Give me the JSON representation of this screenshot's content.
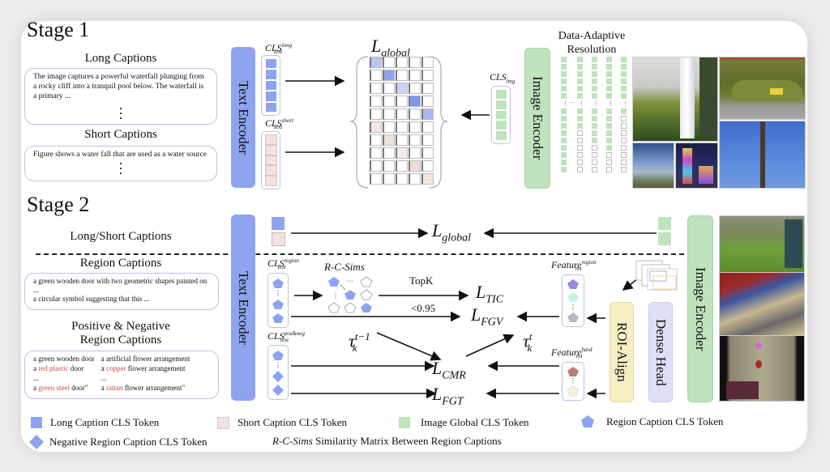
{
  "stage1": {
    "label": "Stage 1",
    "long_captions": {
      "title": "Long Captions",
      "text": "The image captures a powerful waterfall plunging from a rocky cliff into a tranquil pool below. The waterfall is a primary ..."
    },
    "short_captions": {
      "title": "Short Captions",
      "text": "Figure shows a water fall that are used as a water source"
    },
    "text_encoder": "Text Encoder",
    "image_encoder": "Image Encoder",
    "cls_long": {
      "base": "CLS",
      "sup": "long",
      "sub": "text"
    },
    "cls_short": {
      "base": "CLS",
      "sup": "short",
      "sub": "text"
    },
    "cls_img": {
      "base": "CLS",
      "sub": "img"
    },
    "loss_global": {
      "base": "L",
      "sub": "global"
    },
    "data_adaptive": "Data-Adaptive Resolution",
    "photos": [
      "waterfall",
      "green sports car",
      "column monument against blue sky",
      "cloudy lake landscape",
      "illuminated tower at night"
    ]
  },
  "stage2": {
    "label": "Stage 2",
    "long_short_captions": "Long/Short Captions",
    "region_captions": {
      "title": "Region Captions",
      "line1": "a green wooden door with two geometric shapes painted on ...",
      "line2": "a circular symbol suggesting that this ..."
    },
    "posneg": {
      "title_line1": "Positive & Negative",
      "title_line2": "Region Captions",
      "left": [
        {
          "pre": "a green wooden door",
          "hl": "",
          "post": ""
        },
        {
          "pre": "a ",
          "hl": "red plastic",
          "post": " door"
        },
        {
          "pre": "...",
          "hl": "",
          "post": ""
        },
        {
          "pre": "a ",
          "hl": "green steel",
          "post": " door\""
        }
      ],
      "right": [
        {
          "pre": "a artificial flower arrangement",
          "hl": "",
          "post": ""
        },
        {
          "pre": "a ",
          "hl": "copper",
          "post": " flower arrangement"
        },
        {
          "pre": "...",
          "hl": "",
          "post": ""
        },
        {
          "pre": "a ",
          "hl": "rattan",
          "post": " flower arrangement\""
        }
      ]
    },
    "text_encoder": "Text Encoder",
    "image_encoder": "Image Encoder",
    "roi_align": "ROI-Align",
    "dense_head": "Dense Head",
    "cls_region": {
      "base": "CLS",
      "sup": "region",
      "sub": "text"
    },
    "cls_posneg": {
      "base": "CLS",
      "sup": "pos&neg",
      "sub": "text"
    },
    "rcsims": "R-C-Sims",
    "topk": "TopK",
    "threshold": "<0.95",
    "feature_region": {
      "base": "Feature",
      "sup": "region",
      "sub": "roi"
    },
    "feature_hard": {
      "base": "Feature",
      "sup": "hard",
      "sub": "roi"
    },
    "tau_prev": {
      "base": "τ",
      "sup": "t−1",
      "sub": "k"
    },
    "tau_curr": {
      "base": "τ",
      "sup": "t",
      "sub": "k"
    },
    "losses": {
      "global": {
        "base": "L",
        "sub": "global"
      },
      "tic": {
        "base": "L",
        "sub": "TIC"
      },
      "fgv": {
        "base": "L",
        "sub": "FGV"
      },
      "cmr": {
        "base": "L",
        "sub": "CMR"
      },
      "fgt": {
        "base": "L",
        "sub": "FGT"
      }
    },
    "photos": [
      "garden with green door",
      "construction scaffolding with red roof",
      "room wall with hanging ornament"
    ]
  },
  "legend": {
    "long_cls": "Long Caption CLS Token",
    "short_cls": "Short Caption CLS Token",
    "image_cls": "Image Global CLS Token",
    "region_cls": "Region Caption CLS Token",
    "neg_region_cls": "Negative Region Caption CLS Token",
    "rcsims_term": "R-C-Sims",
    "rcsims_desc": " Similarity Matrix Between Region Captions"
  },
  "colors": {
    "long_token": "#8ea3ef",
    "short_token": "#f3e1df",
    "image_token": "#bfe3bd",
    "roi_align": "#f7efc4",
    "dense_head": "#dde0f5",
    "negative_text": "#d24b3e"
  }
}
